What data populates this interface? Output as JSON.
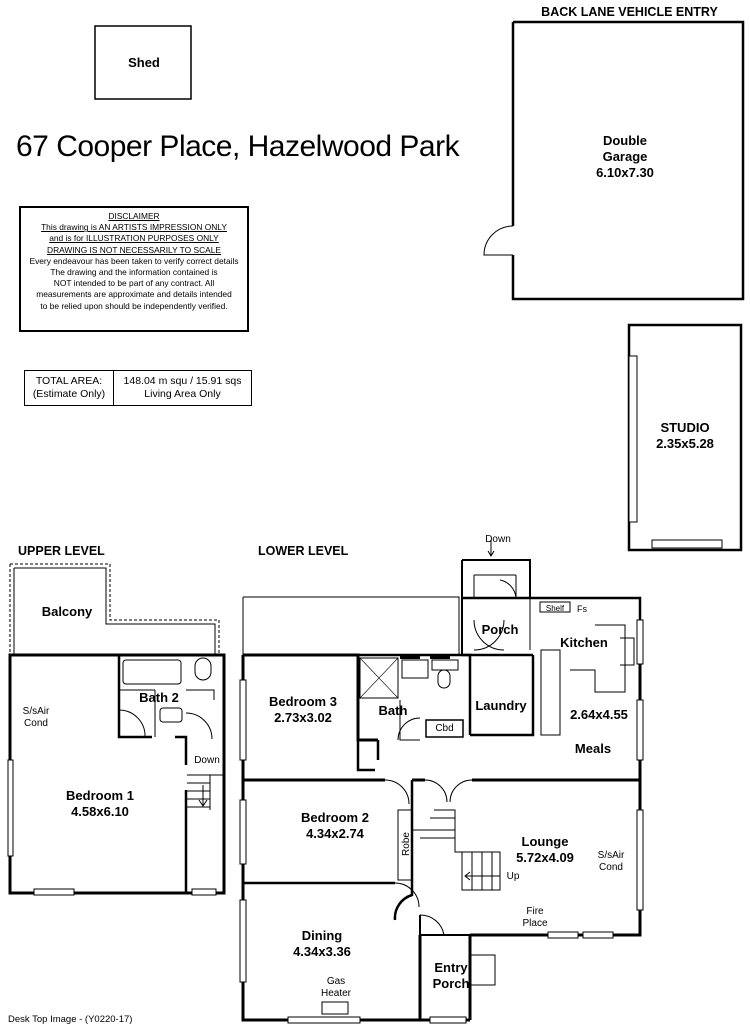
{
  "address": "67 Cooper Place, Hazelwood Park",
  "back_lane": "BACK LANE VEHICLE ENTRY",
  "disclaimer": {
    "line1": "DISCLAIMER",
    "line2": "This drawing is AN ARTISTS IMPRESSION ONLY",
    "line3": "and is for ILLUSTRATION PURPOSES ONLY",
    "line4": "DRAWING IS NOT NECESSARILY TO SCALE",
    "line5": "Every endeavour has been taken to verify correct details",
    "line6": "The drawing and the information contained is",
    "line7": "NOT intended to be part of any contract. All",
    "line8": "measurements are approximate and details intended",
    "line9": "to be relied upon should be independently verified."
  },
  "total_area": {
    "label1": "TOTAL AREA:",
    "label2": "(Estimate Only)",
    "value1": "148.04 m squ /  15.91 sqs",
    "value2": "Living Area Only"
  },
  "levels": {
    "upper": "UPPER LEVEL",
    "lower": "LOWER LEVEL"
  },
  "rooms": {
    "shed": "Shed",
    "garage_name": "Double",
    "garage_name2": "Garage",
    "garage_dim": "6.10x7.30",
    "studio_name": "STUDIO",
    "studio_dim": "2.35x5.28",
    "balcony": "Balcony",
    "bath2": "Bath 2",
    "sairconda": "S/sAir",
    "saircondb": "Cond",
    "down_upper": "Down",
    "bedroom1_name": "Bedroom 1",
    "bedroom1_dim": "4.58x6.10",
    "bedroom3_name": "Bedroom 3",
    "bedroom3_dim": "2.73x3.02",
    "bath": "Bath",
    "cbd": "Cbd",
    "laundry": "Laundry",
    "porch": "Porch",
    "down_porch": "Down",
    "shelf": "Shelf",
    "fs": "Fs",
    "kitchen": "Kitchen",
    "kitchen_dim": "2.64x4.55",
    "meals": "Meals",
    "bedroom2_name": "Bedroom 2",
    "bedroom2_dim": "4.34x2.74",
    "robe": "Robe",
    "lounge_name": "Lounge",
    "lounge_dim": "5.72x4.09",
    "sair2a": "S/sAir",
    "sair2b": "Cond",
    "up": "Up",
    "fire1": "Fire",
    "fire2": "Place",
    "dining_name": "Dining",
    "dining_dim": "4.34x3.36",
    "gas1": "Gas",
    "gas2": "Heater",
    "entry1": "Entry",
    "entry2": "Porch"
  },
  "footer": "Desk Top Image - (Y0220-17)"
}
